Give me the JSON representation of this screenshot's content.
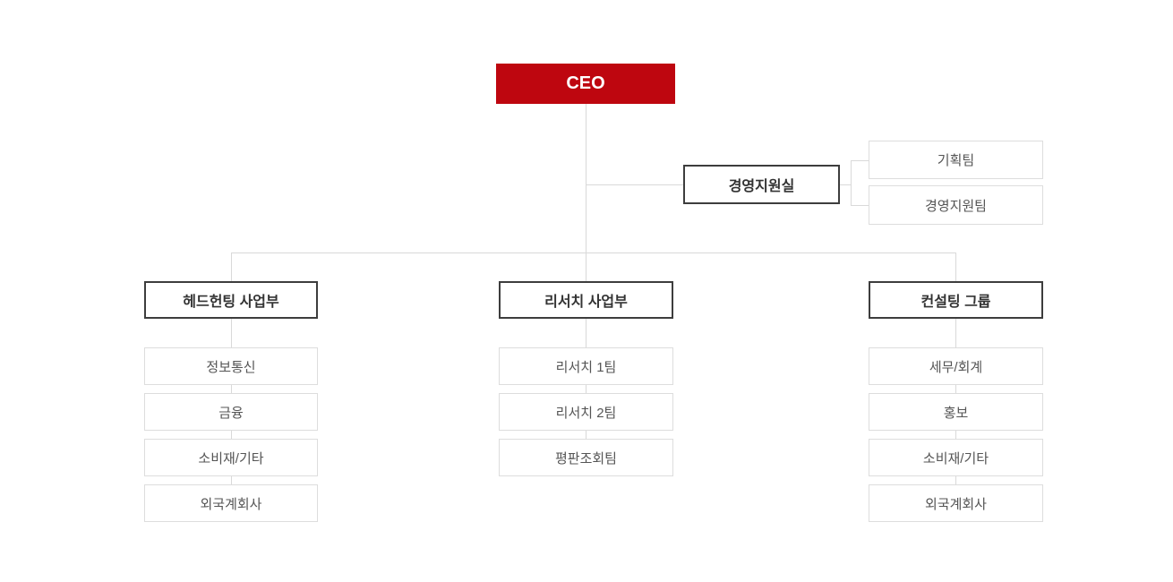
{
  "org_chart": {
    "root": {
      "label": "CEO"
    },
    "staff_office": {
      "label": "경영지원실",
      "teams": [
        "기획팀",
        "경영지원팀"
      ]
    },
    "divisions": [
      {
        "label": "헤드헌팅 사업부",
        "teams": [
          "정보통신",
          "금융",
          "소비재/기타",
          "외국계회사"
        ]
      },
      {
        "label": "리서치 사업부",
        "teams": [
          "리서치 1팀",
          "리서치 2팀",
          "평판조회팀"
        ]
      },
      {
        "label": "컨설팅 그룹",
        "teams": [
          "세무/회계",
          "홍보",
          "소비재/기타",
          "외국계회사"
        ]
      }
    ],
    "colors": {
      "root_box_background": "#be060f",
      "root_box_text": "#ffffff",
      "dept_box_border": "#3d3d3d",
      "dept_box_text": "#333333",
      "team_box_border": "#dddddd",
      "team_box_text": "#555555",
      "connector_line": "#d9d9d9",
      "page_background": "#ffffff"
    }
  }
}
